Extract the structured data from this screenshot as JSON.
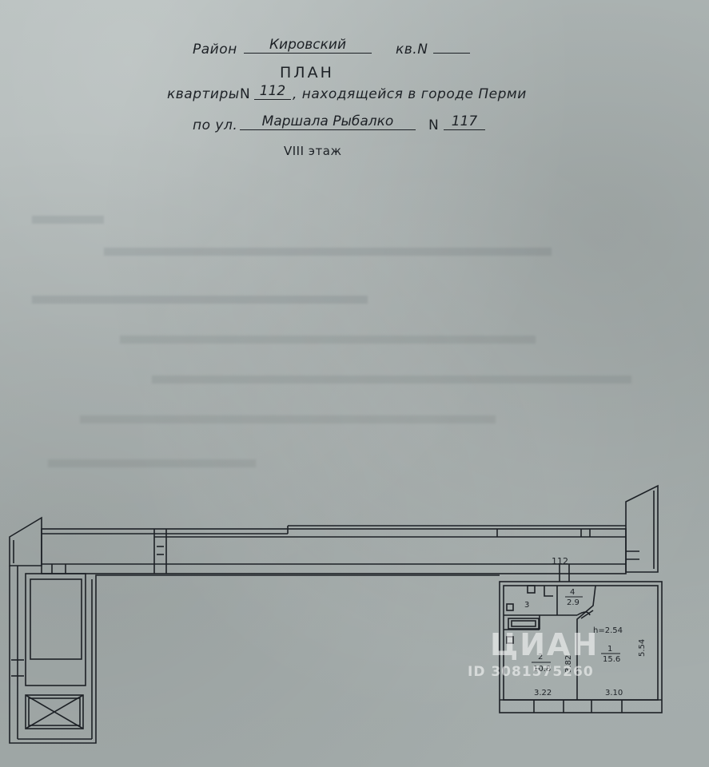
{
  "header": {
    "district_label": "Район",
    "district_value": "Кировский",
    "block_label": "кв.N",
    "block_value": "",
    "title": "ПЛАН",
    "apartment_label": "квартиры",
    "n_label": "N",
    "apartment_number": "112",
    "located_text": ", находящейся  в  городе  Перми",
    "street_label": "по ул.",
    "street_value": "Маршала Рыбалко",
    "house_label": "N",
    "house_number": "117",
    "floor": "VIII этаж"
  },
  "plan": {
    "apartment_tag": "112",
    "ceiling_height": "h=2.54",
    "rooms": [
      {
        "id": "1",
        "area": "15.6"
      },
      {
        "id": "2",
        "area": "10.8"
      },
      {
        "id": "3",
        "area": ""
      },
      {
        "id": "4",
        "area": "2.9"
      }
    ],
    "dimensions": {
      "room1_width": "3.10",
      "room1_length": "5.54",
      "room2_width": "3.22",
      "room2_length": "3.82"
    }
  },
  "watermark": {
    "brand": "ЦИАН",
    "id_text": "ID 3081575260"
  }
}
